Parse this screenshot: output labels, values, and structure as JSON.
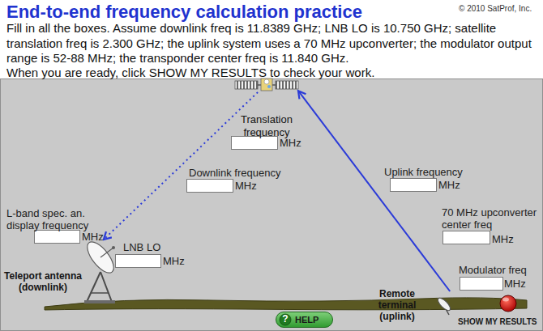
{
  "diagram": {
    "title": "End-to-end frequency calculation practice",
    "nodes": [
      {
        "text": [
          "Translation frequency"
        ]
      },
      {
        "text": [
          "Teleport antenna (downlink)"
        ]
      },
      {
        "text": [
          "Remote terminal (uplink)"
        ]
      }
    ],
    "edges": [
      {
        "from": 0,
        "to": 1,
        "arrow": "to"
      },
      {
        "from": 2,
        "to": 0,
        "arrow": "to"
      }
    ],
    "labels": [
      "© 2010 SatProf, Inc.",
      "Fill in all the boxes. Assume downlink freq is 11.8389 GHz; LNB LO is 10.750 GHz; satellite translation freq is 2.300 GHz; the uplink system uses a 70 MHz upconverter; the modulator output range is 52-88 MHz; the transponder center freq is 11.840 GHz.",
      "When you are ready, click SHOW MY RESULTS to check your work.",
      "Downlink frequency",
      "MHz",
      "Uplink frequency",
      "MHz",
      "L-band spec. an. display frequency",
      "MHz",
      "LNB LO",
      "MHz",
      "70 MHz upconverter center freq",
      "MHz",
      "Modulator freq",
      "MHz",
      "MHz",
      "?",
      "HELP",
      "SHOW MY RESULTS"
    ]
  }
}
